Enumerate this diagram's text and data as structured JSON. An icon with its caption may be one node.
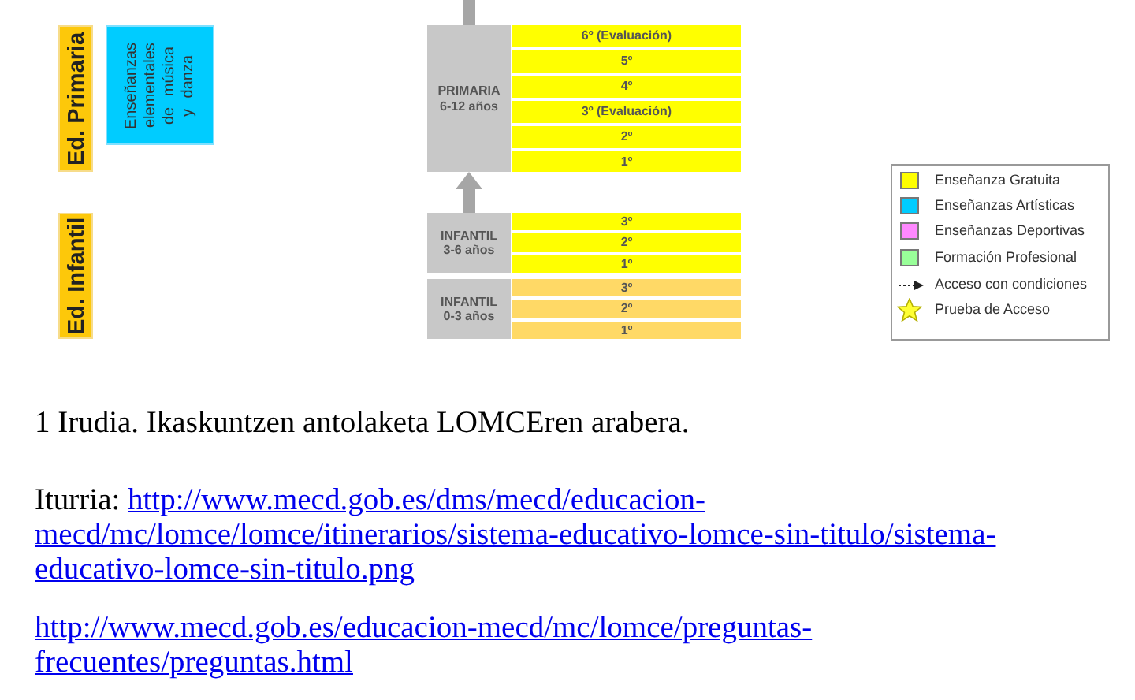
{
  "diagram": {
    "caption": "1 Irudia. Ikaskuntzen antolaketa LOMCEren arabera.",
    "nodes": [
      {
        "text": [
          "Ed. Primaria"
        ]
      },
      {
        "text": [
          "Enseñanzas elementales de música y danza"
        ]
      },
      {
        "text": [
          "PRIMARIA 6-12 años"
        ]
      },
      {
        "text": [
          "6º (Evaluación)"
        ]
      },
      {
        "text": [
          "5º"
        ]
      },
      {
        "text": [
          "4º"
        ]
      },
      {
        "text": [
          "3º (Evaluación)"
        ]
      },
      {
        "text": [
          "2º"
        ]
      },
      {
        "text": [
          "1º"
        ]
      },
      {
        "text": [
          "Ed. Infantil"
        ]
      },
      {
        "text": [
          "INFANTIL 3-6 años"
        ]
      },
      {
        "text": [
          "3º"
        ]
      },
      {
        "text": [
          "2º"
        ]
      },
      {
        "text": [
          "1º"
        ]
      },
      {
        "text": [
          "INFANTIL 0-3 años"
        ]
      },
      {
        "text": [
          "3º"
        ]
      },
      {
        "text": [
          "2º"
        ]
      },
      {
        "text": [
          "1º"
        ]
      }
    ],
    "edges": [
      {
        "from": 10,
        "to": 2,
        "arrow": "to"
      },
      {
        "from": 2,
        "to": null,
        "arrow": "none"
      }
    ],
    "labels": [
      "Iturria:",
      "http://www.mecd.gob.es/dms/mecd/educacion-mecd/mc/lomce/lomce/itinerarios/sistema-educativo-lomce-sin-titulo/sistema-educativo-lomce-sin-titulo.png",
      "http://www.mecd.gob.es/educacion-mecd/mc/lomce/preguntas-frecuentes/preguntas.html"
    ],
    "legend": [
      {
        "text": "Enseñanza Gratuita",
        "color": "#ffff00"
      },
      {
        "text": "Enseñanzas Artísticas",
        "color": "#00ccff"
      },
      {
        "text": "Enseñanzas Deportivas",
        "color": "#ff88ff"
      },
      {
        "text": "Formación Profesional",
        "color": "#99ff99"
      },
      {
        "text": "Acceso con condiciones"
      },
      {
        "text": "Prueba de Acceso"
      }
    ]
  }
}
